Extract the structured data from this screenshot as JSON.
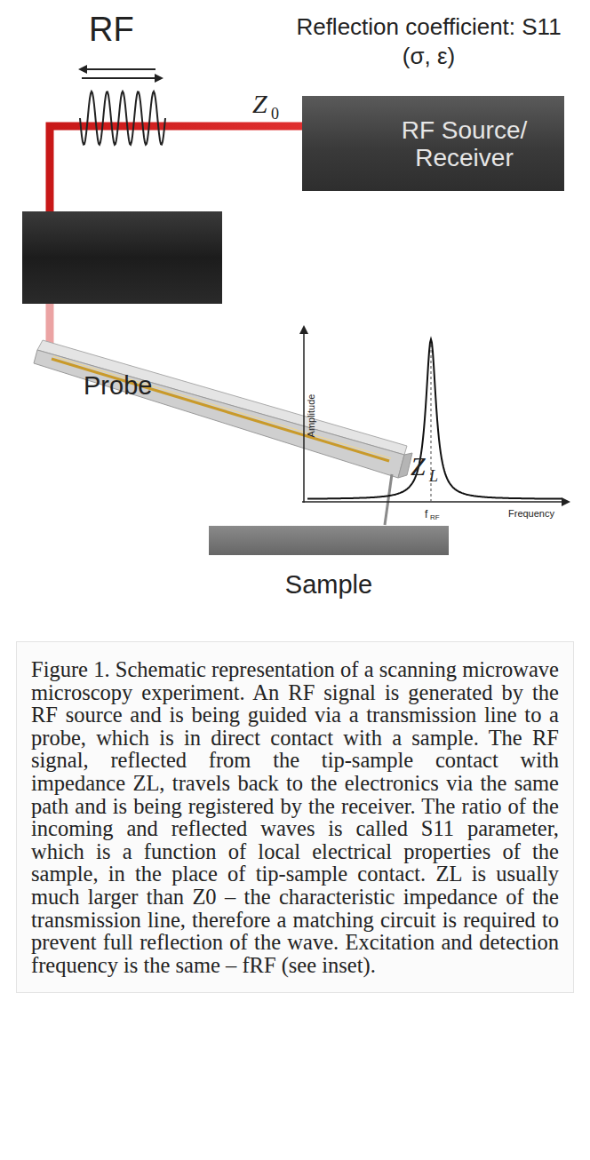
{
  "diagram": {
    "caption": "Figure 1. Schematic representation of a scanning microwave microscopy experiment. An RF signal is generated by the RF source and is being guided via a transmission line to a probe, which is in direct contact with a sample. The RF signal, reflected from the tip-sample contact with impedance ZL, travels back to the electronics via the same path and is being registered by the receiver. The ratio of the incoming and reflected waves is called S11 parameter, which is a function of local electrical properties of the sample, in the place of tip-sample contact. ZL is usually much larger than Z0 – the characteristic impedance of the transmission line, therefore a matching circuit is required to prevent full reflection of the wave. Excitation and detection frequency is the same – fRF (see inset).",
    "nodes": [
      {
        "text": [
          "RF Source/ Receiver"
        ]
      },
      {
        "text": [
          "Sample"
        ]
      }
    ],
    "labels": [
      "RF",
      "Reflection coefficient: S11 (σ, ε)",
      "Z",
      "0",
      "Probe",
      "Z",
      "L",
      "Amplitude",
      "f",
      "RF",
      "Frequency"
    ]
  }
}
